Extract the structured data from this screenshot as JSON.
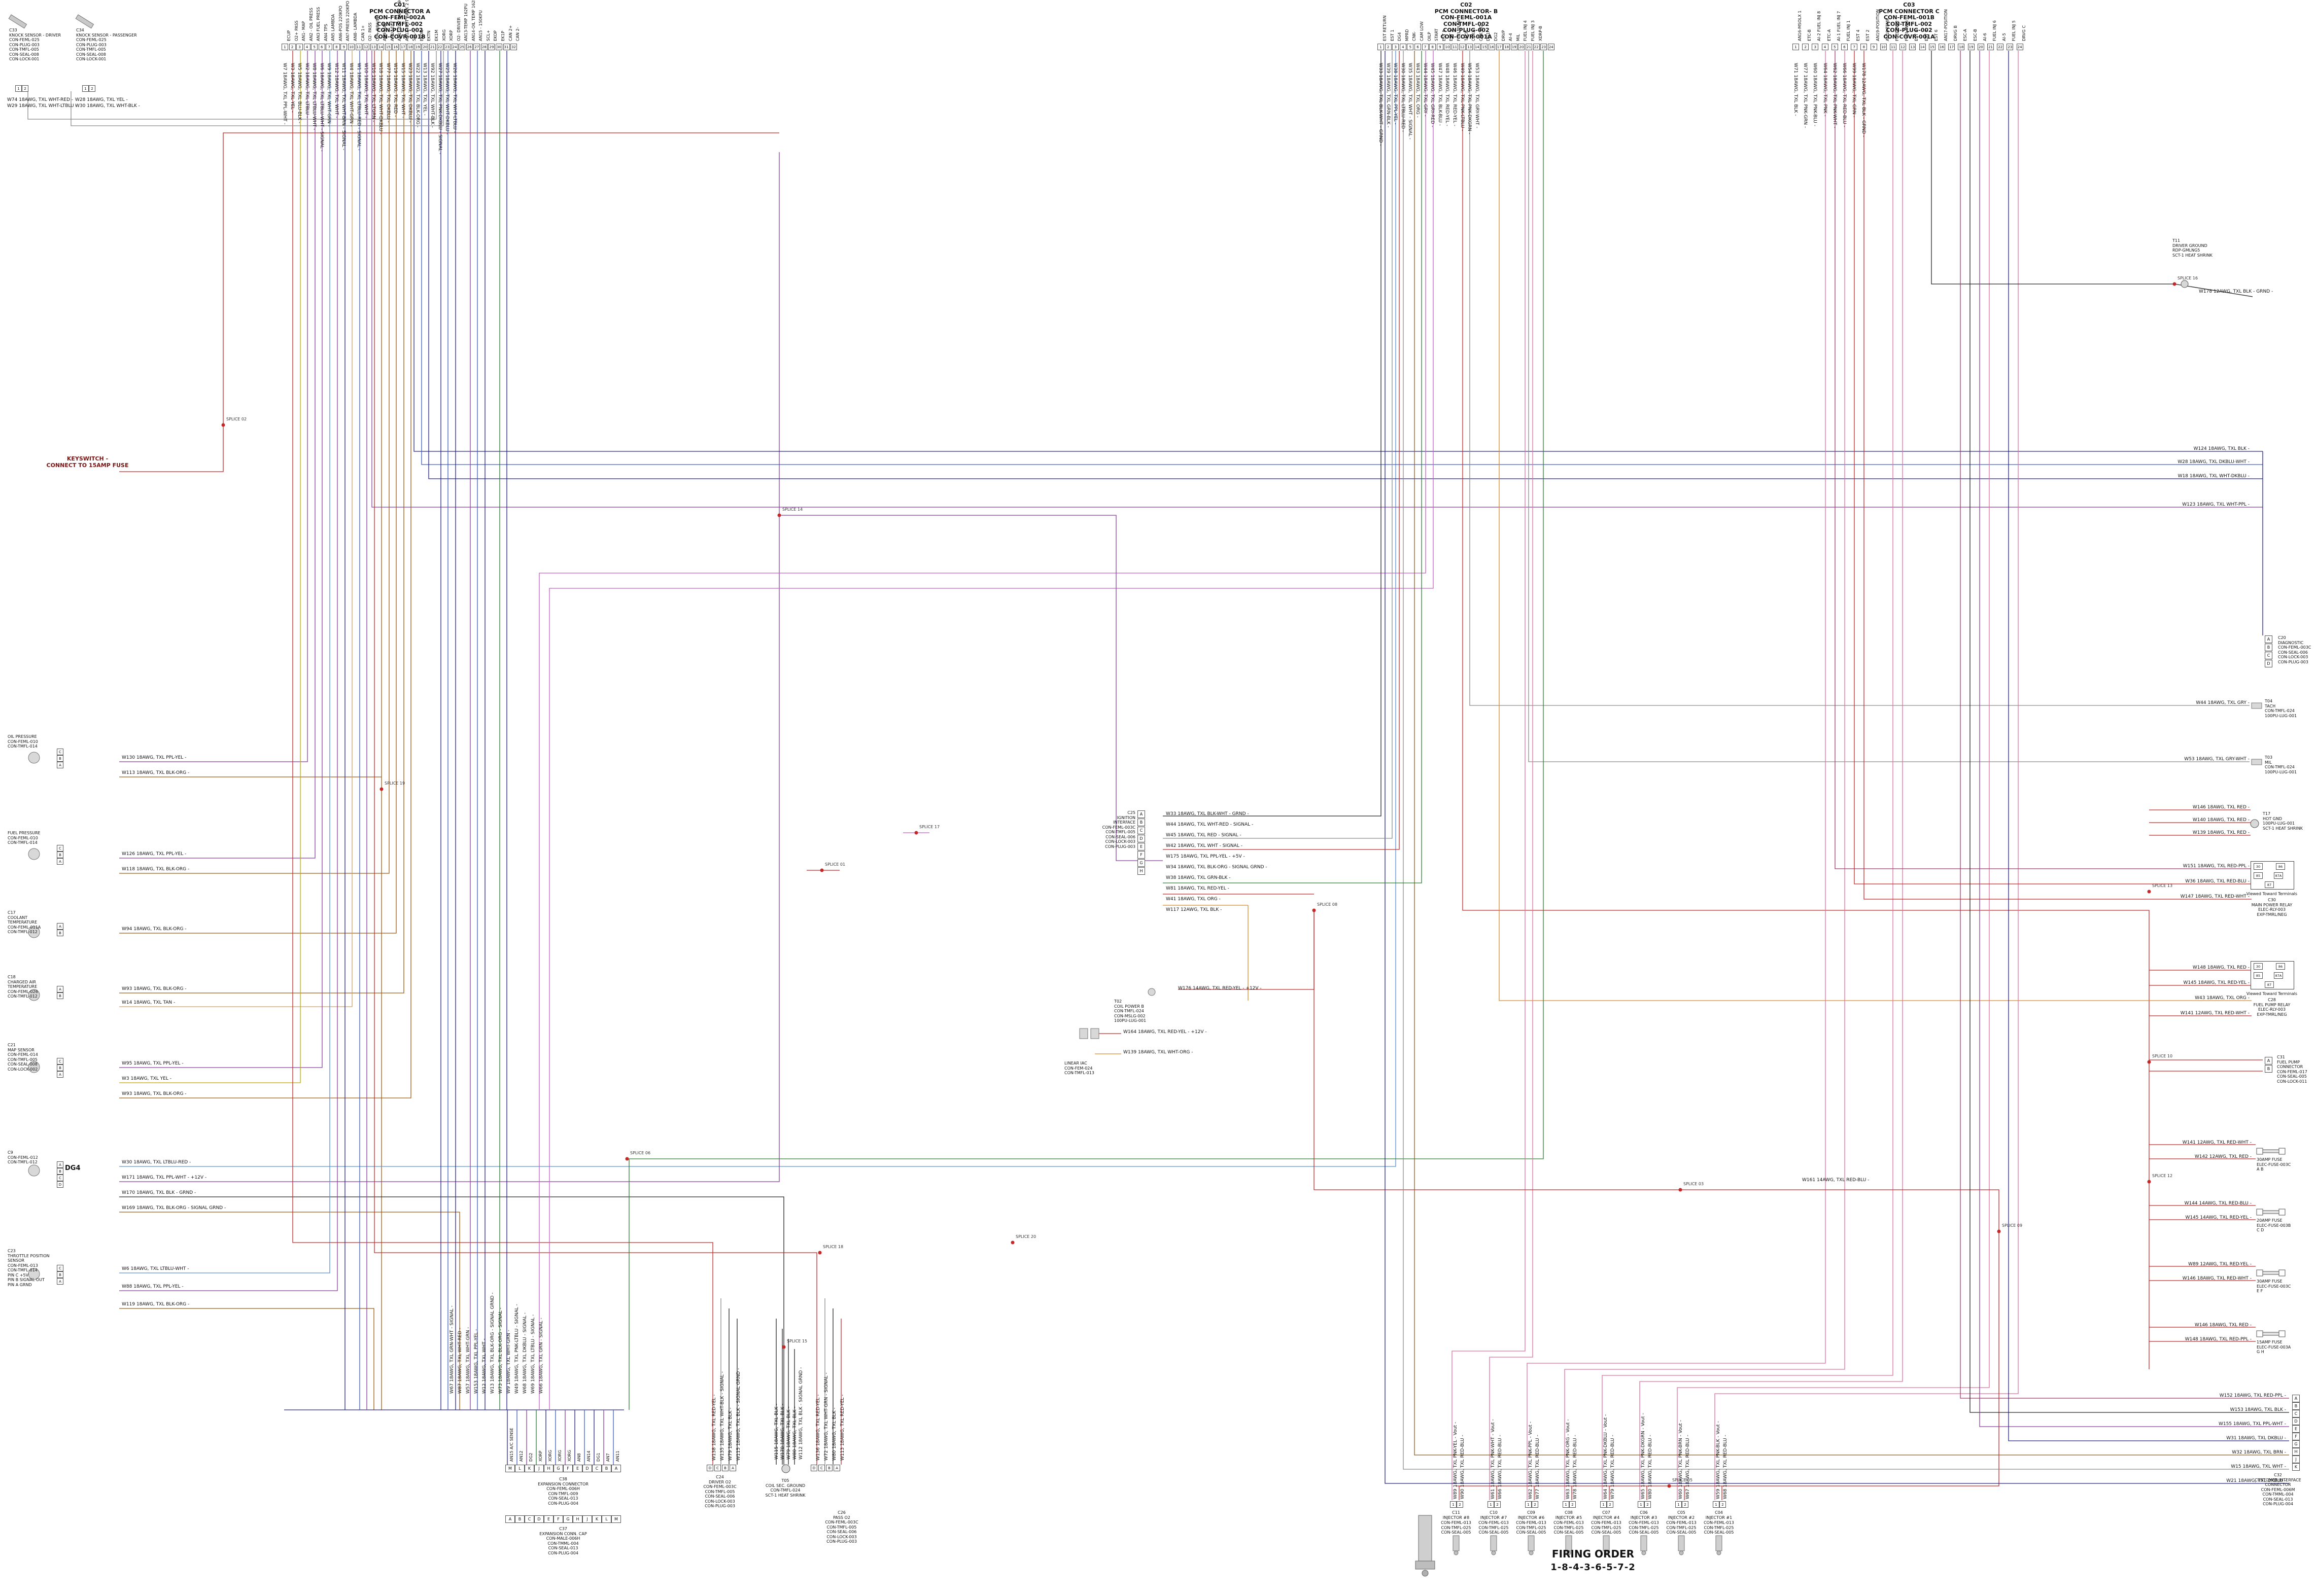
{
  "palette": {
    "navy": "#23238c",
    "blue": "#3b5bc4",
    "ltblue": "#5b8ed6",
    "purple": "#8a3f9e",
    "magenta": "#c65fc4",
    "pink": "#e0719e",
    "red": "#c62828",
    "orange": "#d98a2b",
    "dkorange": "#a15a10",
    "yellow": "#bfa900",
    "green": "#2e7d32",
    "gray": "#8a8a8a",
    "black": "#222222",
    "tan": "#c9a06a",
    "redppl": "#a23a6a",
    "brown": "#8a5a2b"
  },
  "connectors": {
    "c01": {
      "header": "C01\nPCM CONNECTOR A\nCON-FEML-002A\nCON-TMFL-002\nCON-PLUG-002\nCON-COVR-001B",
      "pins": [
        "1",
        "2",
        "3",
        "4",
        "5",
        "6",
        "7",
        "8",
        "9",
        "10",
        "11",
        "12",
        "13",
        "14",
        "15",
        "16",
        "17",
        "18",
        "19",
        "20",
        "21",
        "22",
        "23",
        "24",
        "25",
        "26",
        "27",
        "28",
        "29",
        "30",
        "31",
        "32"
      ],
      "pin_labels": [
        "ECUP",
        "O2+ PASS",
        "AN1- MAP",
        "AN2 - OIL PRESS",
        "AN3 FUEL PRESS",
        "AN4 TPS",
        "AN5 LAMBDA",
        "AN6-POS 220KPO",
        "AN7-PRESS 220KPO",
        "AN8- LAMBDA",
        "CAN 1+",
        "O2- PASS",
        "O2+ DRIVER",
        "AN9-MAT",
        "AN10-ECT",
        "AN11-EGT BANK 1 90PU",
        "AN12- EGT BANK 2 90PU",
        "SCL-",
        "EKON",
        "EKTN",
        "EK1M",
        "XORG",
        "XORP",
        "O2- DRIVER",
        "AN13-TEMP 162PU",
        "AN14-OIL TEMP 162PU",
        "AN15 - 150KPU",
        "SCL+",
        "EKOP",
        "EK1P",
        "CAN 2+",
        "CAN 2-"
      ],
      "wires": [
        "W7 18AWG, TXL PPL-WHT -",
        "W3 18AWG, TXL YEL -",
        "W5 18AWG, TXL BLU-BLK -",
        "W2 18AWG, TXL LTBLU -",
        "W8 18AWG, TXL LTBLU-WHT -",
        "W6 18AWG, TXL LTBLU-WHT - SIGNAL -",
        "W9 18AWG, TXL WHT-GRN -",
        "W12 18AWG, TXL WHT -",
        "W11 18AWG, TXL WHT-BRN - SIGNAL -",
        "W4 18AWG, TXL WHT-GRN -",
        "W1 18AWG, TXL LTBLU-RED - SIGNAL -",
        "W10 18AWG, TXL WHT -",
        "W16 18AWG, TXL LTGRN -",
        "W18 18AWG, TXL WHT-DKBLU -",
        "W77 18AWG, TXL DKBLU -",
        "W19 18AWG, TXL RED -",
        "W15 18AWG, TXL WHT -",
        "W23 18AWG, TXL DKBLU -",
        "W22 18AWG, TXL BLK-ORG -",
        "W13 18AWG, TXL YEL -",
        "W92 18AWG, TXL WHT-BLK -",
        "W27 18AWG, TXL PNK-DKBLU - SIGNAL -",
        "W25 18AWG, TXL WHT-DKBLU -",
        "W26 18AWG, TXL WHT-LTBLU -"
      ]
    },
    "c02": {
      "header": "C02\nPCM CONNECTOR- B\nCON-FEML-001A\nCON-TMFL-002\nCON-PLUG-002\nCON-COVR-001A",
      "pins": [
        "1",
        "2",
        "3",
        "4",
        "5",
        "6",
        "7",
        "8",
        "9",
        "10",
        "11",
        "12",
        "13",
        "14",
        "15",
        "16",
        "17",
        "18",
        "19",
        "20",
        "21",
        "22",
        "23",
        "24"
      ],
      "pin_labels": [
        "EST RETURN",
        "EST 1",
        "DG4",
        "MPRD",
        "CNK-",
        "CAM LOW",
        "OILP",
        "START",
        "EST 5",
        "EST 3",
        "FUEL PUMP",
        "TACH",
        "CNK+",
        "CNK DG",
        "DG1",
        "DG2",
        "DRVP",
        "AI-4",
        "MIL",
        "FUEL INJ 4",
        "FUEL INJ 3",
        "XDRP-B",
        "",
        ""
      ],
      "wires": [
        "W33 18AWG, TXL BLK-WHT - GRND -",
        "W39 18AWG, TXL GRN-BLK -",
        "W38 18AWG, TXL PPL-YEL -",
        "W30 18AWG, TXL LTBLU-RED -",
        "W35 18AWG, TXL WHT - SIGNAL -",
        "W43 18AWG, TXL ORG -",
        "W44 18AWG, TXL GRY -",
        "W45 18AWG, TXL GRY-RED -",
        "W47 18AWG, TXL BLK-BLU -",
        "W48 18AWG, TXL RED-YEL -",
        "W46 18AWG, TXL RED-YEL -",
        "W49 18AWG, TXL PNK-LTBLU -",
        "W54 18AWG, TXL PNK-DKGRN -",
        "W53 18AWG, TXL GRY-WHT -"
      ]
    },
    "c03": {
      "header": "C03\nPCM CONNECTOR C\nCON-FEML-001B\nCON-TMFL-002\nCON-PLUG-002\nCON-COVR-001A",
      "pins": [
        "1",
        "2",
        "3",
        "4",
        "5",
        "6",
        "7",
        "8",
        "9",
        "10",
        "11",
        "12",
        "13",
        "14",
        "15",
        "16",
        "17",
        "18",
        "19",
        "20",
        "21",
        "22",
        "23",
        "24"
      ],
      "pin_labels": [
        "AN16-MSOLX 1",
        "ETC-B",
        "AI-2 FUEL INJ 8",
        "ETC-A",
        "AI-1 FUEL INJ 7",
        "FUEL INJ 1",
        "EST 4",
        "EST 2",
        "AN19-POSITION",
        "AN18-TEMP",
        "FUEL INJ 2",
        "FUEL INJ 6",
        "EST 8",
        "EST 7",
        "EST 6",
        "AN17-POSITION",
        "DRVG B",
        "ESC-A",
        "ESC-B",
        "AI-6",
        "FUEL INJ 6",
        "AI-5",
        "FUEL INJ 5",
        "DRVG C"
      ],
      "wires": [
        "W71 18AWG, TXL BLK -",
        "W77 18AWG, TXL PNK-GRN -",
        "W60 18AWG, TXL PNK-BLU -",
        "W64 18AWG, TXL PNK -",
        "W62 18AWG, TXL PNK-WHT -",
        "W66 18AWG, TXL RED-BLU -",
        "W99 18AWG, TXL GRN -",
        "W178 12AWG, TXL BLK - GRND -"
      ]
    }
  },
  "keyswitch": "KEYSWITCH -\nCONNECT TO 15AMP FUSE",
  "left": [
    {
      "id": "C33",
      "lines": "C33\nKNOCK SENSOR - DRIVER\nCON-FEML-025\nCON-PLUG-003\nCON-TMFL-005\nCON-SEAL-008\nCON-LOCK-001",
      "pins": [
        "1",
        "2"
      ],
      "wires": [
        "W74 18AWG, TXL WHT-RED -",
        "W29 18AWG, TXL WHT-LTBLU -"
      ]
    },
    {
      "id": "C34",
      "lines": "C34\nKNOCK SENSOR - PASSENGER\nCON-FEML-025\nCON-PLUG-003\nCON-TMFL-005\nCON-SEAL-008\nCON-LOCK-001",
      "pins": [
        "1",
        "2"
      ],
      "wires": [
        "W28 18AWG, TXL YEL -",
        "W30 18AWG, TXL WHT-BLK -"
      ]
    },
    {
      "id": "OILPRESS",
      "lines": "OIL PRESSURE\nCON-FEML-010\nCON-TMFL-014",
      "pins": [
        "C",
        "B",
        "A"
      ],
      "wires": [
        "W130 18AWG, TXL PPL-YEL -",
        "W113 18AWG, TXL BLK-ORG -"
      ]
    },
    {
      "id": "FUELPRESS",
      "lines": "FUEL PRESSURE\nCON-FEML-010\nCON-TMFL-014",
      "pins": [
        "C",
        "B",
        "A"
      ],
      "wires": [
        "W126 18AWG, TXL PPL-YEL -",
        "W118 18AWG, TXL BLK-ORG -"
      ]
    },
    {
      "id": "C17",
      "lines": "C17\nCOOLANT\nTEMPERATURE\nCON-FEML-011A\nCON-TMFL-012",
      "pins": [
        "A",
        "B"
      ],
      "wires": [
        "W94 18AWG, TXL BLK-ORG -"
      ]
    },
    {
      "id": "C18",
      "lines": "C18\nCHARGED AIR\nTEMPERATURE\nCON-FEML-026\nCON-TMFL-012",
      "pins": [
        "A",
        "B"
      ],
      "wires": [
        "W93 18AWG, TXL BLK-ORG -",
        "W14 18AWG, TXL TAN -"
      ]
    },
    {
      "id": "C21",
      "lines": "C21\nMAP SENSOR\nCON-FEML-014\nCON-TMFL-005\nCON-SEAL-008\nCON-LOCK-002",
      "pins": [
        "C",
        "B",
        "A"
      ],
      "wires": [
        "W95 18AWG, TXL PPL-YEL -",
        "W3 18AWG, TXL YEL -",
        "W93 18AWG, TXL BLK-ORG -"
      ]
    },
    {
      "id": "C9",
      "tag": "DG4",
      "lines": "C9\nCON-FEML-012\nCON-TMFL-012",
      "pins": [
        "A",
        "B",
        "C",
        "D"
      ],
      "wires": [
        "W30 18AWG, TXL LTBLU-RED -",
        "W171 18AWG, TXL PPL-WHT - +12V -",
        "W170 18AWG, TXL BLK - GRND -",
        "W169 18AWG, TXL BLK-ORG - SIGNAL GRND -"
      ]
    },
    {
      "id": "C23",
      "lines": "C23\nTHROTTLE POSITION SENSOR\nCON-FEML-013\nCON-TMFL-014\nPIN C  +5V\nPIN B  SIGNAL OUT\nPIN A  GRND",
      "pins": [
        "C",
        "B",
        "A"
      ],
      "wires": [
        "W6 18AWG, TXL LTBLU-WHT -",
        "W88 18AWG, TXL PPL-YEL -",
        "W119 18AWG, TXL BLK-ORG -"
      ]
    }
  ],
  "center": {
    "c25": {
      "lines": "C25\nIGNITION\nINTERFACE\nCON-FEML-003C\nCON-TMFL-005\nCON-SEAL-006\nCON-LOCK-003\nCON-PLUG-003",
      "cells": [
        "A",
        "B",
        "C",
        "D",
        "E",
        "F",
        "G",
        "H"
      ],
      "wires": [
        "W33 18AWG, TXL BLK-WHT - GRND -",
        "W44 18AWG, TXL WHT-RED - SIGNAL -",
        "W45 18AWG, TXL RED - SIGNAL -",
        "W42 18AWG, TXL WHT - SIGNAL -",
        "W175 18AWG, TXL PPL-YEL - +5V -",
        "W34 18AWG, TXL BLK-ORG - SIGNAL GRND -",
        "W38 18AWG, TXL GRN-BLK -",
        "W81 18AWG, TXL RED-YEL -",
        "W41 18AWG, TXL ORG -",
        "W117 12AWG, TXL BLK -"
      ]
    },
    "t02": {
      "lines": "T02\nCOIL POWER B\nCON-TMFL-024\nCON-MSLG-002\n100PU-LUG-001",
      "wire": "W176 14AWG, TXL RED-YEL - +12V -"
    },
    "iac": {
      "lines": "LINEAR IAC\nCON-FEM-024\nCON-TMFL-013",
      "wires": [
        "W164 18AWG, TXL RED-YEL - +12V -",
        "W139 18AWG, TXL WHT-ORG -"
      ]
    },
    "w161": "W161 14AWG, TXL RED-BLU -"
  },
  "bottom": {
    "expansion": {
      "col_labels": [
        "AN15 A/C\nSENSE",
        "AN12",
        "DG2",
        "XORP",
        "XORG",
        "XORG",
        "XORG",
        "AN8",
        "AN14",
        "DG1",
        "AN7",
        "AN11"
      ],
      "letters_top": [
        "M",
        "L",
        "K",
        "J",
        "H",
        "G",
        "F",
        "E",
        "D",
        "C",
        "B",
        "A"
      ],
      "letters_bottom": [
        "A",
        "B",
        "C",
        "D",
        "E",
        "F",
        "G",
        "H",
        "J",
        "K",
        "L",
        "M"
      ],
      "c38": "C38\nEXPANSION CONNECTOR\nCON-FEML-006H\nCON-TMFL-009\nCON-SEAL-013\nCON-PLUG-004",
      "c37": "C37\nEXPANSION CONN. CAP\nCON-MALE-006H\nCON-TMML-004\nCON-SEAL-013\nCON-PLUG-004",
      "wires": [
        "W67 18AWG, TXL GRN-WHT - SIGNAL -",
        "W87 18AWG, TXL WHT-RED -",
        "W57 18AWG, TXL WHT-GRN -",
        "W153 18AWG, TXL PPL-YEL -",
        "W12 18AWG, TXL WHT -",
        "W13 18AWG, TXL BLK-ORG - SIGNAL GRND -",
        "W73 18AWG, TXL BLK-ORG - SIGNAL -",
        "W9 18AWG, TXL WHT-GRN -",
        "W49 18AWG, TXL PNK-LTBLU - SIGNAL -",
        "W68 18AWG, TXL DKBLU - SIGNAL -",
        "W69 18AWG, TXL LTBLU - SIGNAL -",
        "W66 18AWG, TXL GRN - SIGNAL -"
      ]
    },
    "c24": {
      "pins": [
        "D",
        "C",
        "B",
        "A"
      ],
      "lines": "C24\nDRIVER O2\nCON-FEML-003C\nCON-TMFL-005\nCON-SEAL-006\nCON-LOCK-003\nCON-PLUG-003",
      "wires": [
        "W138 18AWG, TXL RED-YEL -",
        "W135 18AWG, TXL WHT-BLK - SIGNAL -",
        "W79 18AWG, TXL BLK -",
        "W115 18AWG, TXL BLK - SIGNAL GRND -"
      ]
    },
    "t05": {
      "lines": "T05\nCOIL SEC. GROUND\nCON-TMFL-024\nSCT-1 HEAT SHRINK",
      "wires": [
        "W115 18AWG, TXL BLK -",
        "W170 18AWG, TXL BLK -",
        "W79 18AWG, TXL BLK -",
        "W80 18AWG, TXL BLK -",
        "W112 18AWG, TXL BLK - SIGNAL GRND -"
      ]
    },
    "c26": {
      "pins": [
        "D",
        "C",
        "B",
        "A"
      ],
      "lines": "C26\nPASS O2\nCON-FEML-003C\nCON-TMFL-005\nCON-SEAL-006\nCON-LOCK-003\nCON-PLUG-003",
      "wires": [
        "W136 18AWG, TXL RED-YEL -",
        "W72 18AWG, TXL WHT-GRN - SIGNAL -",
        "W80 18AWG, TXL BLK -",
        "W113 18AWG, TXL RED-YEL -"
      ]
    },
    "firing_title": "FIRING ORDER",
    "firing_order": "1-8-4-3-6-5-7-2",
    "injectors": [
      {
        "id": "C11",
        "name": "INJECTOR #8",
        "lines": "CON-FEML-013\nCON-TMFL-025\nCON-SEAL-005",
        "pins": [
          "1",
          "2"
        ],
        "w1": "W89 18AWG, TXL PNK-YEL - Vout -",
        "w2": "W90 18AWG, TXL RED-BLU -"
      },
      {
        "id": "C10",
        "name": "INJECTOR #7",
        "lines": "CON-FEML-013\nCON-TMFL-025\nCON-SEAL-005",
        "pins": [
          "1",
          "2"
        ],
        "w1": "W61 18AWG, TXL PNK-WHT - Vout -",
        "w2": "W66 18AWG, TXL RED-BLU -"
      },
      {
        "id": "C09",
        "name": "INJECTOR #6",
        "lines": "CON-FEML-013\nCON-TMFL-025\nCON-SEAL-005",
        "pins": [
          "1",
          "2"
        ],
        "w1": "W62 18AWG, TXL PNK-PPL - Vout -",
        "w2": "W77 18AWG, TXL RED-BLU -"
      },
      {
        "id": "C08",
        "name": "INJECTOR #5",
        "lines": "CON-FEML-013\nCON-TMFL-025\nCON-SEAL-005",
        "pins": [
          "1",
          "2"
        ],
        "w1": "W63 18AWG, TXL PNK-ORG - Vout -",
        "w2": "W78 18AWG, TXL RED-BLU -"
      },
      {
        "id": "C07",
        "name": "INJECTOR #4",
        "lines": "CON-FEML-013\nCON-TMFL-025\nCON-SEAL-005",
        "pins": [
          "1",
          "2"
        ],
        "w1": "W64 18AWG, TXL PNK-DKBLU - Vout -",
        "w2": "W79 18AWG, TXL RED-BLU -"
      },
      {
        "id": "C06",
        "name": "INJECTOR #3",
        "lines": "CON-FEML-013\nCON-TMFL-025\nCON-SEAL-005",
        "pins": [
          "1",
          "2"
        ],
        "w1": "W65 18AWG, TXL PNK-DKGRN - Vout -",
        "w2": "W80 18AWG, TXL RED-BLU -"
      },
      {
        "id": "C05",
        "name": "INJECTOR #2",
        "lines": "CON-FEML-013\nCON-TMFL-025\nCON-SEAL-005",
        "pins": [
          "1",
          "2"
        ],
        "w1": "W60 18AWG, TXL PNK-BRN - Vout -",
        "w2": "W67 18AWG, TXL RED-BLU -"
      },
      {
        "id": "C04",
        "name": "INJECTOR #1",
        "lines": "CON-FEML-013\nCON-TMFL-025\nCON-SEAL-005",
        "pins": [
          "1",
          "2"
        ],
        "w1": "W59 18AWG, TXL PNK-BLK - Vout -",
        "w2": "W68 18AWG, TXL RED-BLU -"
      }
    ]
  },
  "right": {
    "t11": {
      "lines": "T11\nDRIVER GROUND\nRDP-GMLNG5\nSCT-1 HEAT SHRINK",
      "wire": "W178 12AWG, TXL BLK - GRND -"
    },
    "c20": {
      "cells": [
        "A",
        "B",
        "C",
        "D"
      ],
      "lines": "C20\nDIAGNOSTIC\nCON-FEML-003C\nCON-SEAL-006\nCON-LOCK-003\nCON-PLUG-003",
      "wires": [
        "W124 18AWG, TXL BLK -",
        "W28 18AWG, TXL DKBLU-WHT -",
        "W18 18AWG, TXL WHT-DKBLU -",
        "W123 18AWG, TXL WHT-PPL -"
      ]
    },
    "t04": {
      "lines": "T04\nTACH\nCON-TMFL-024\n100PU-LUG-001",
      "wire": "W44 18AWG, TXL GRY -"
    },
    "t03": {
      "lines": "T03\nMIL\nCON-TMFL-024\n100PU-LUG-001",
      "wire": "W53 18AWG, TXL GRY-WHT -"
    },
    "t17": {
      "lines": "T17\nHOT GND\n100PU-LUG-001\nSCT-1 HEAT SHRINK",
      "wires": [
        "W146 18AWG, TXL RED -",
        "W140 18AWG, TXL RED -",
        "W139 18AWG, TXL RED -"
      ]
    },
    "c30": {
      "lines": "C30\nMAIN POWER RELAY\nELEC-RLY-003\nEXP-TMRL/NEG",
      "caption": "Viewed Toward Terminals",
      "terminals": [
        "30",
        "86",
        "85",
        "87A",
        "87"
      ],
      "wires": [
        "W151 18AWG, TXL RED-PPL -",
        "W36 18AWG, TXL RED-BLU -",
        "W147 18AWG, TXL RED-WHT -"
      ]
    },
    "c28": {
      "lines": "C28\nFUEL PUMP RELAY\nELEC-RLY-003\nEXP-TMRL/NEG",
      "caption": "Viewed Toward Terminals",
      "terminals": [
        "30",
        "86",
        "85",
        "87A",
        "87"
      ],
      "wires": [
        "W148 18AWG, TXL RED -",
        "W145 18AWG, TXL RED-YEL -",
        "W43 18AWG, TXL ORG -",
        "W141 12AWG, TXL RED-WHT -"
      ]
    },
    "c31": {
      "cells": [
        "A",
        "B"
      ],
      "lines": "C31\nFUEL PUMP\nCONNECTOR\nCON-FEML-017\nCON-SEAL-005\nCON-LOCK-011"
    },
    "fuses": [
      {
        "lines": "30AMP FUSE\nELEC-FUSE-003C\nA  B",
        "wires": [
          "W141 12AWG, TXL RED-WHT -",
          "W142 12AWG, TXL RED -"
        ]
      },
      {
        "lines": "20AMP FUSE\nELEC-FUSE-003B\nC  D",
        "wires": [
          "W144 14AWG, TXL RED-BLU -",
          "W145 14AWG, TXL RED-YEL -"
        ]
      },
      {
        "lines": "30AMP FUSE\nELEC-FUSE-003C\nE  F",
        "wires": [
          "W89 12AWG, TXL RED-YEL -",
          "W146 18AWG, TXL RED-WHT -"
        ]
      },
      {
        "lines": "15AMP FUSE\nELEC-FUSE-003A\nG  H",
        "wires": [
          "W146 18AWG, TXL RED -",
          "W148 18AWG, TXL RED-PPL -"
        ]
      }
    ],
    "c32": {
      "cells": [
        "A",
        "B",
        "C",
        "D",
        "E",
        "F",
        "G",
        "H",
        "J",
        "K"
      ],
      "lines": "C32\nCUSTOMER INTERFACE\nCONNECTOR\nCON-FEML-006M\nCON-TMML-004\nCON-SEAL-013\nCON-PLUG-004",
      "wires": [
        "W152 18AWG, TXL RED-PPL -",
        "W153 18AWG, TXL BLK -",
        "W155 18AWG, TXL PPL-WHT -",
        "W31 18AWG, TXL DKBLU -",
        "W32 18AWG, TXL BRN -",
        "W15 18AWG, TXL WHT -",
        "W21 18AWG, TXL DKBLU -"
      ]
    }
  },
  "splices": [
    "SPLICE 01",
    "SPLICE 02",
    "SPLICE 03",
    "SPLICE 05",
    "SPLICE 06",
    "SPLICE 08",
    "SPLICE 09",
    "SPLICE 10",
    "SPLICE 12",
    "SPLICE 13",
    "SPLICE 14",
    "SPLICE 15",
    "SPLICE 16",
    "SPLICE 17",
    "SPLICE 18",
    "SPLICE 19",
    "SPLICE 20"
  ]
}
